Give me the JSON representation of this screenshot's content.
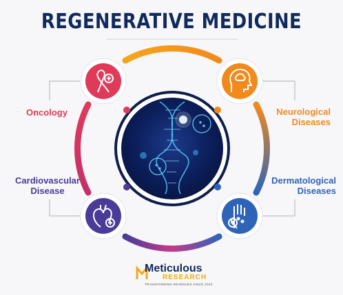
{
  "title": "REGENERATIVE MEDICINE",
  "segments": [
    {
      "label_lines": [
        "Oncology"
      ],
      "color": "#e03a59",
      "icon": "ribbon-cross-icon"
    },
    {
      "label_lines": [
        "Neurological",
        "Diseases"
      ],
      "color": "#f08a1c",
      "icon": "head-brain-icon"
    },
    {
      "label_lines": [
        "Cardiovascular",
        "Disease"
      ],
      "color": "#4a3b98",
      "icon": "heart-cross-icon"
    },
    {
      "label_lines": [
        "Dermatological",
        "Diseases"
      ],
      "color": "#2f63b8",
      "icon": "hand-skin-icon"
    }
  ],
  "center": {
    "image": "dna-helix-image",
    "colors": [
      "#0a1a4a",
      "#3aa6e0"
    ]
  },
  "logo": {
    "name": "Meticulous",
    "sub": "RESEARCH",
    "tagline": "TRANSFORMING REVENUES SINCE 2010",
    "accent": "#f2a81d"
  }
}
